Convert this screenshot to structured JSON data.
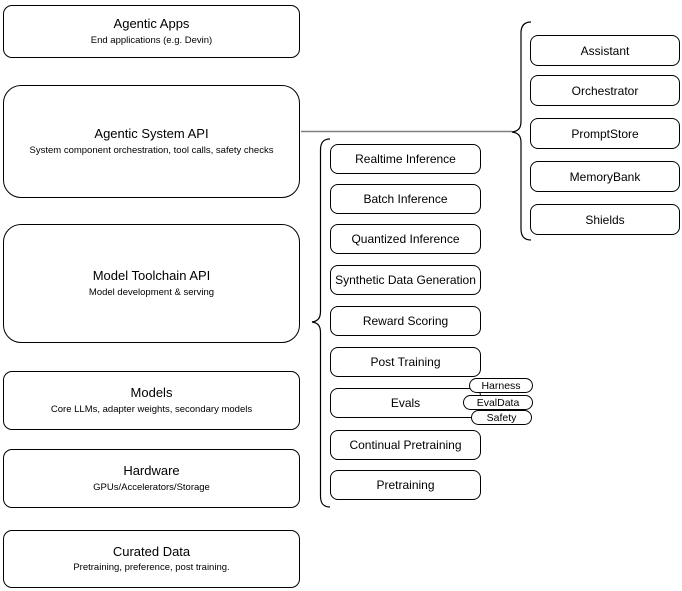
{
  "diagram": {
    "layers": [
      {
        "title": "Agentic Apps",
        "subtitle": "End applications (e.g. Devin)"
      },
      {
        "title": "Agentic System API",
        "subtitle": "System component orchestration, tool calls, safety checks"
      },
      {
        "title": "Model Toolchain API",
        "subtitle": "Model development & serving"
      },
      {
        "title": "Models",
        "subtitle": "Core LLMs, adapter weights, secondary models"
      },
      {
        "title": "Hardware",
        "subtitle": "GPUs/Accelerators/Storage"
      },
      {
        "title": "Curated Data",
        "subtitle": "Pretraining, preference, post training."
      }
    ],
    "toolchain_components": [
      "Realtime Inference",
      "Batch Inference",
      "Quantized Inference",
      "Synthetic Data Generation",
      "Reward Scoring",
      "Post Training",
      "Evals",
      "Continual Pretraining",
      "Pretraining"
    ],
    "eval_tags": [
      "Harness",
      "EvalData",
      "Safety"
    ],
    "system_components": [
      "Assistant",
      "Orchestrator",
      "PromptStore",
      "MemoryBank",
      "Shields"
    ],
    "colors": {
      "stroke": "#000000",
      "fill": "#ffffff",
      "connector": "#808080"
    }
  }
}
